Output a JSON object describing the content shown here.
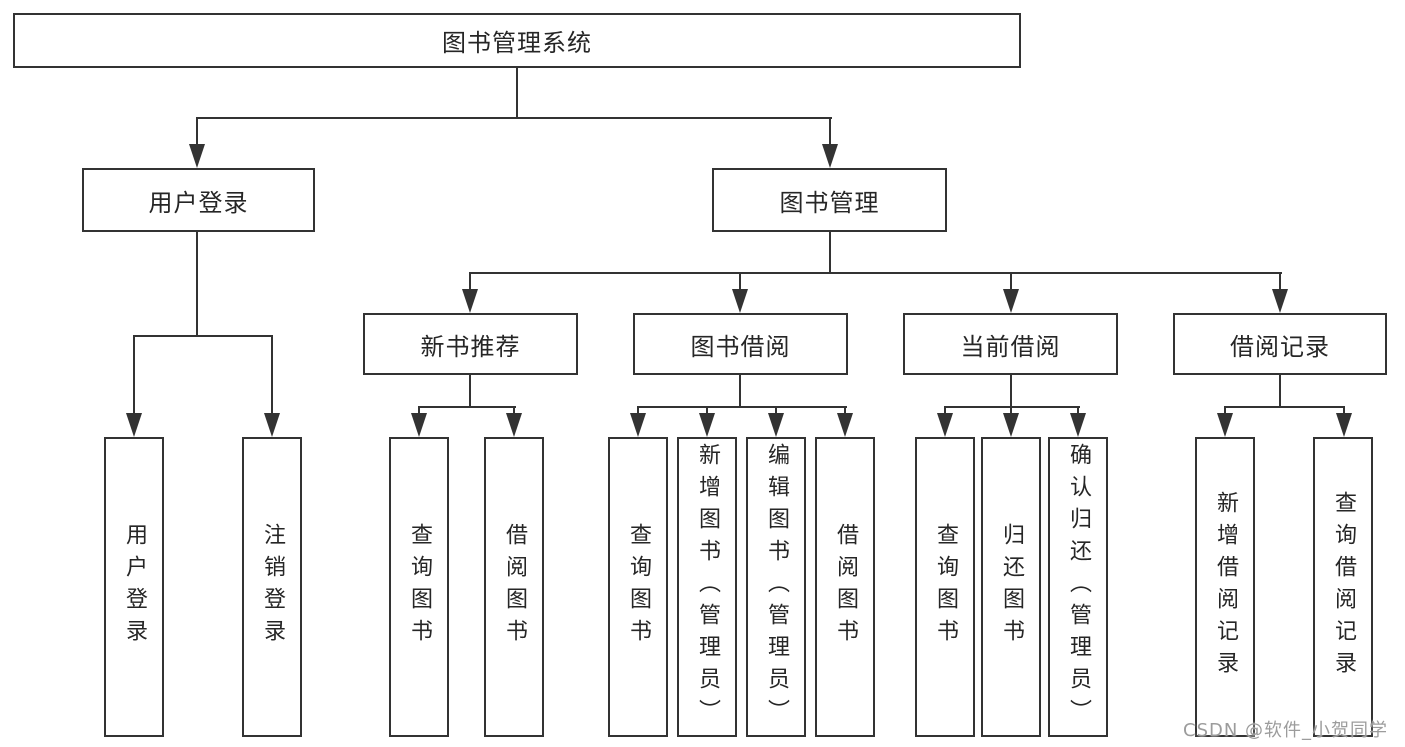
{
  "colors": {
    "line": "#333333",
    "text": "#262626",
    "background": "#ffffff",
    "watermark": "#9c9c9c"
  },
  "watermark": {
    "text": "CSDN @软件_小贺同学"
  },
  "tree": {
    "root": {
      "label": "图书管理系统",
      "children": [
        {
          "label": "用户登录",
          "children": [
            {
              "label": "用户登录"
            },
            {
              "label": "注销登录"
            }
          ]
        },
        {
          "label": "图书管理",
          "children": [
            {
              "label": "新书推荐",
              "children": [
                {
                  "label": "查询图书"
                },
                {
                  "label": "借阅图书"
                }
              ]
            },
            {
              "label": "图书借阅",
              "children": [
                {
                  "label": "查询图书"
                },
                {
                  "label": "新增图书（管理员）"
                },
                {
                  "label": "编辑图书（管理员）"
                },
                {
                  "label": "借阅图书"
                }
              ]
            },
            {
              "label": "当前借阅",
              "children": [
                {
                  "label": "查询图书"
                },
                {
                  "label": "归还图书"
                },
                {
                  "label": "确认归还（管理员）"
                }
              ]
            },
            {
              "label": "借阅记录",
              "children": [
                {
                  "label": "新增借阅记录"
                },
                {
                  "label": "查询借阅记录"
                }
              ]
            }
          ]
        }
      ]
    }
  }
}
